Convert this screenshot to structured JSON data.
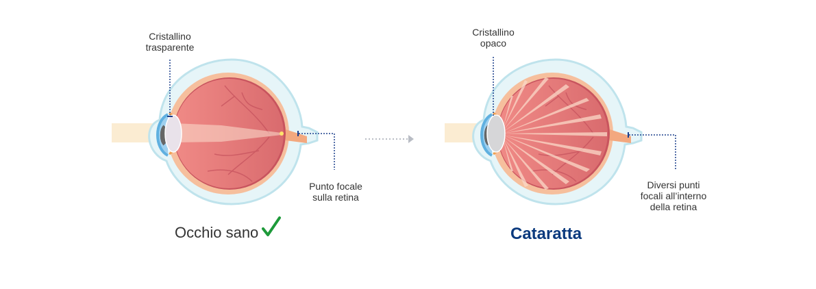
{
  "healthy": {
    "lens_label": [
      "Cristallino",
      "trasparente"
    ],
    "focal_label": [
      "Punto focale",
      "sulla retina"
    ],
    "caption": "Occhio sano",
    "check_icon": "checkmark-icon",
    "check_color": "#1e9a3a"
  },
  "cataract": {
    "lens_label": [
      "Cristallino",
      "opaco"
    ],
    "focal_label": [
      "Diversi punti",
      "focali all’interno",
      "della retina"
    ],
    "caption": "Cataratta",
    "caption_color": "#0b3a7e"
  },
  "colors": {
    "leader_line": "#1a3e8c",
    "arrow": "#b8bcc4",
    "retina": "#e57b7b",
    "sclera": "#f4b48f",
    "outer": "#d5eef4",
    "beam": "#fbecd2"
  }
}
